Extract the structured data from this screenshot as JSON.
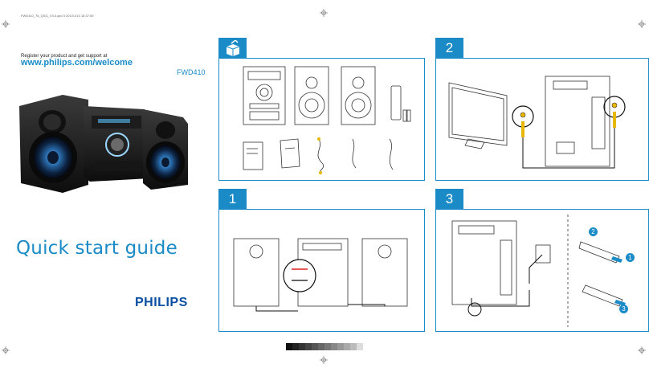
{
  "print_line": "FWD410_78_QSG_V3.0.qxd   3   2012/1/13   16:37:59",
  "register_text": "Register your product and get support at",
  "url": "www.philips.com/welcome",
  "model": "FWD410",
  "title": "Quick start guide",
  "brand": "PHILIPS",
  "step_one": "1",
  "step_two": "2",
  "step_three": "3",
  "battery_tag_2": "2",
  "battery_tag_1": "1",
  "battery_tag_3": "3",
  "colors": {
    "accent": "#1a8bc7",
    "brand": "#0b4fa3",
    "step_badge": "#1a8bc7"
  },
  "icons": [
    "box-icon",
    "crop-mark-icon"
  ]
}
